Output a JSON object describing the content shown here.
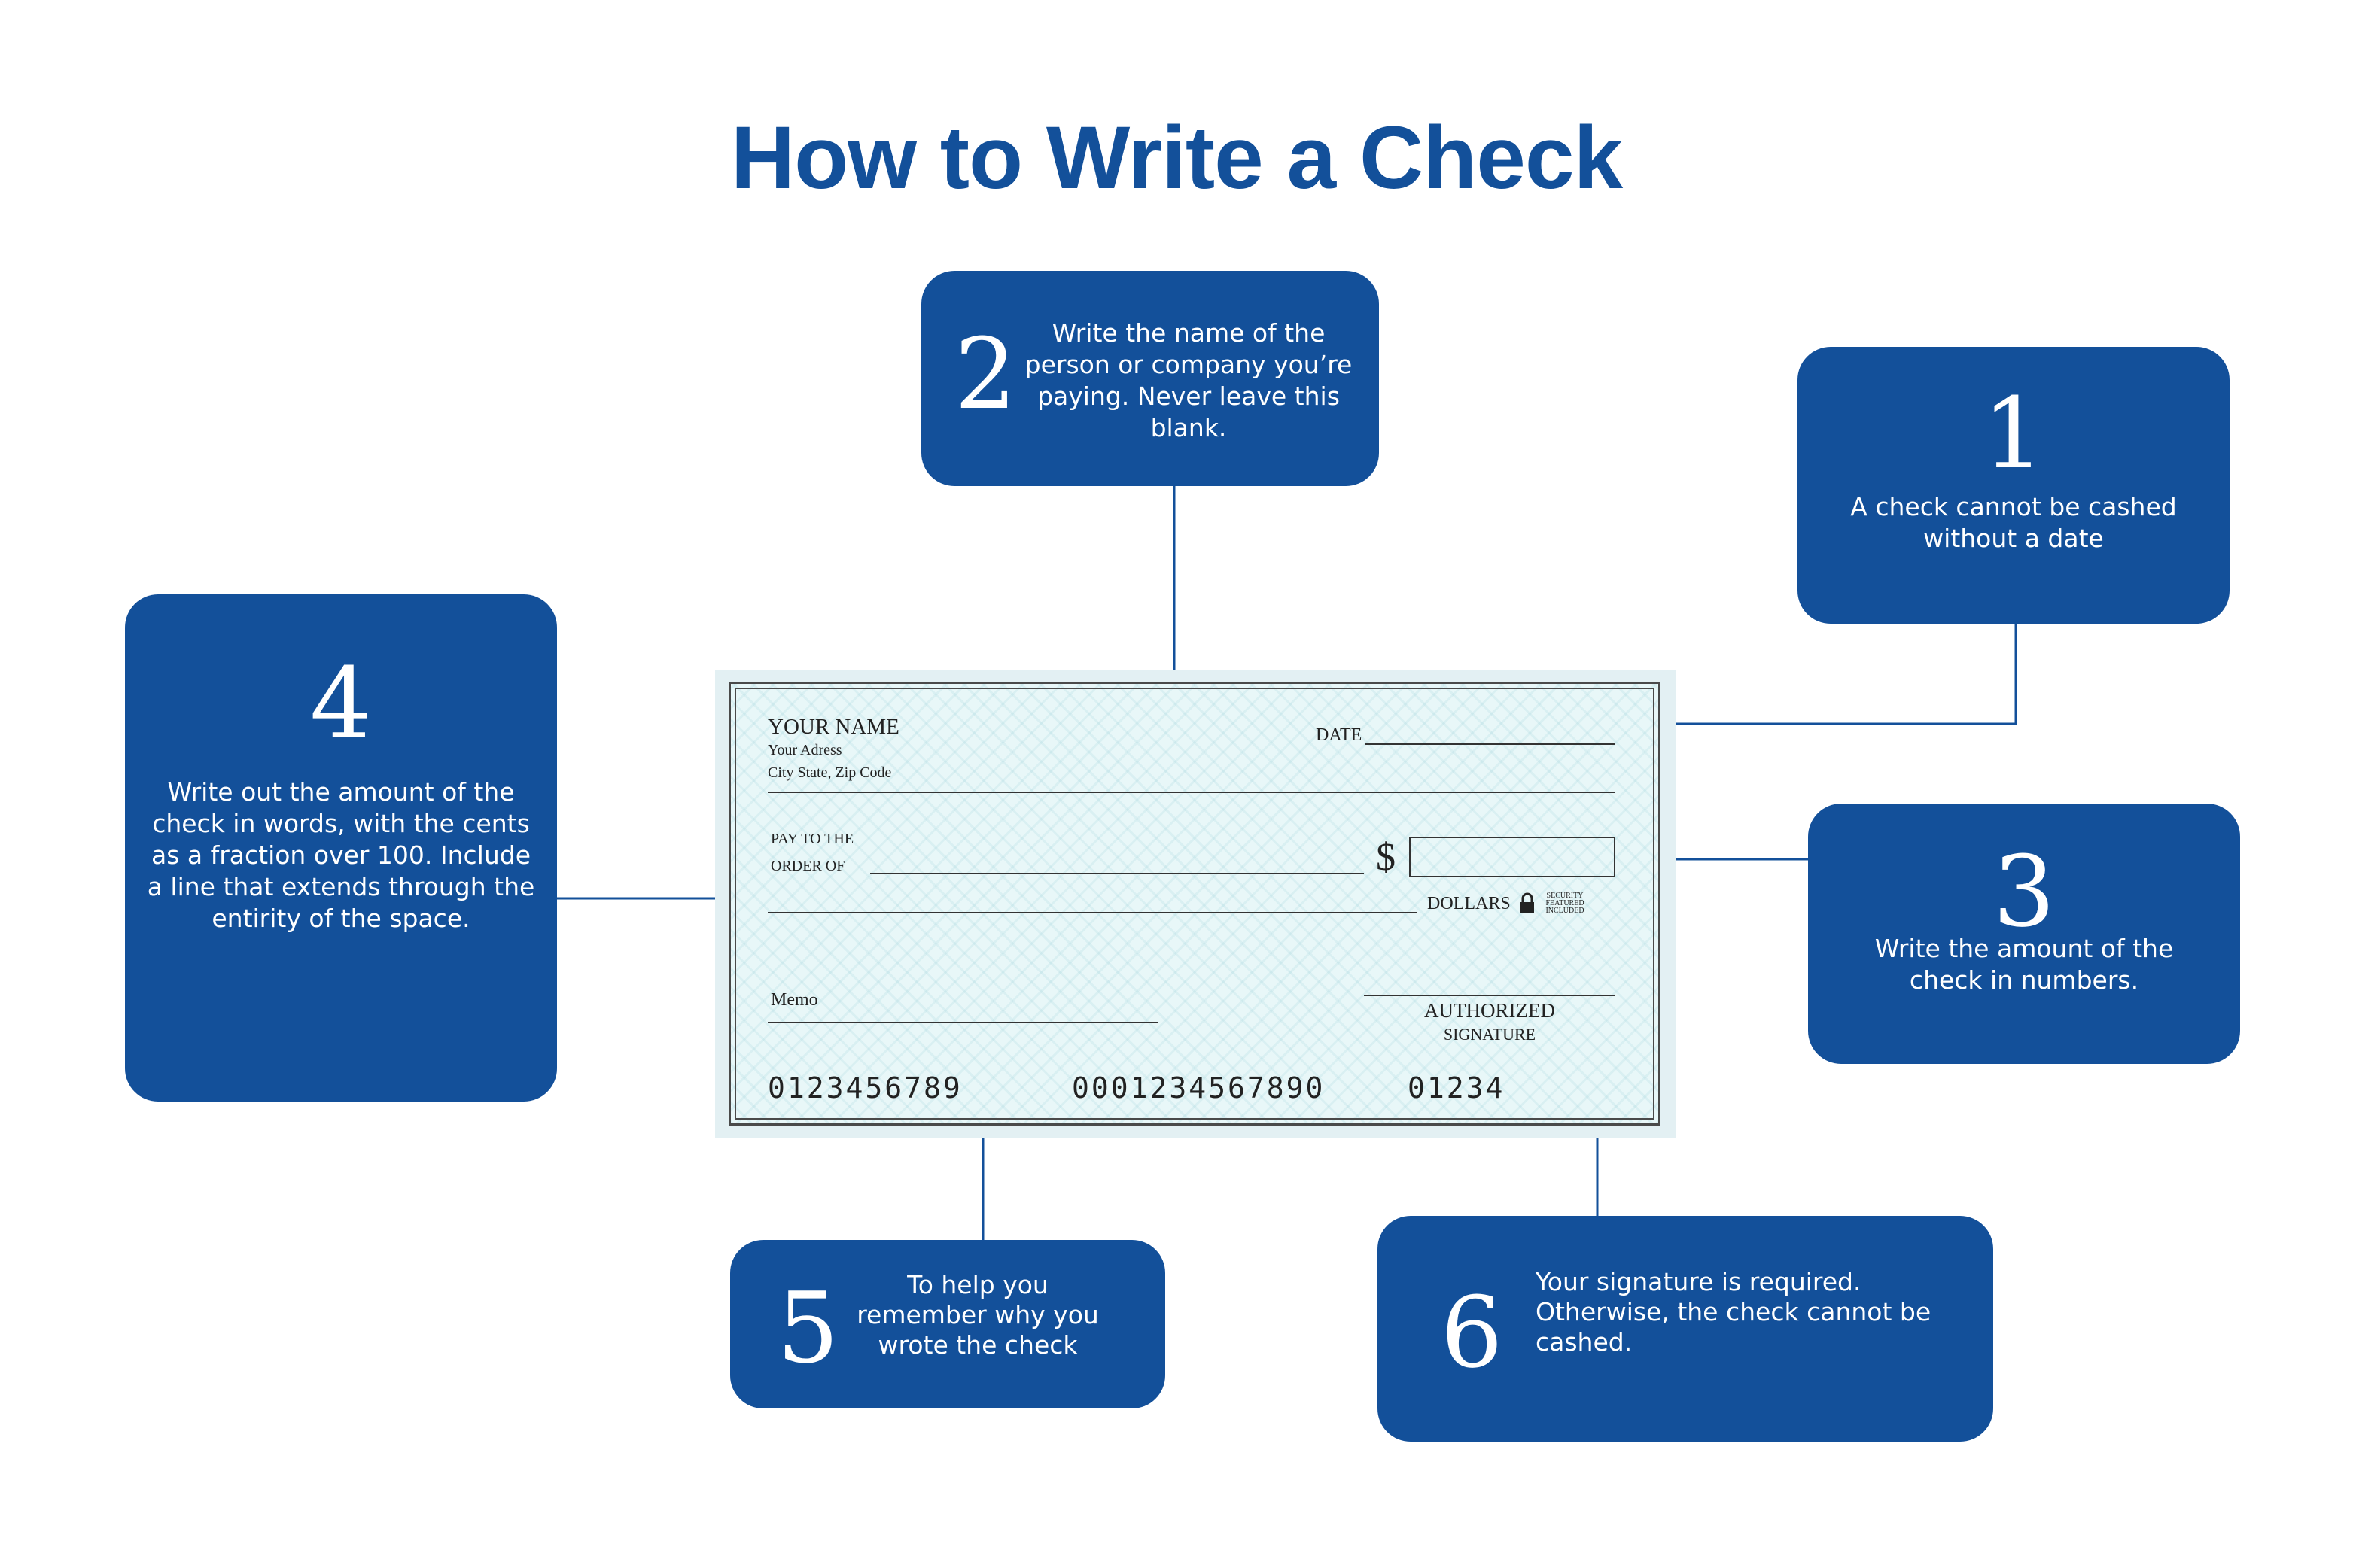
{
  "title": "How to Write a Check",
  "steps": [
    {
      "number": "1",
      "text": "A check cannot be cashed without a date"
    },
    {
      "number": "2",
      "text": "Write the name of the person or company you’re paying. Never leave this blank."
    },
    {
      "number": "3",
      "text": "Write the amount of the check in numbers."
    },
    {
      "number": "4",
      "text": "Write out the amount of the check in words, with the cents as a fraction over 100. Include a line that extends  through the entirity of the space."
    },
    {
      "number": "5",
      "text": "To help you remember why you wrote the check"
    },
    {
      "number": "6",
      "text": "Your signature is required. Otherwise, the check cannot be cashed."
    }
  ],
  "check": {
    "your_name": "YOUR NAME",
    "address": "Your Adress",
    "city_state_zip": "City State, Zip Code",
    "date_label": "DATE",
    "pay_to_line1": "PAY TO THE",
    "pay_to_line2": "ORDER OF",
    "dollar_sign": "$",
    "dollars_label": "DOLLARS",
    "security_text": "SECURITY FEATURED INCLUDED",
    "memo_label": "Memo",
    "authorized_line1": "AUTHORIZED",
    "authorized_line2": "SIGNATURE",
    "routing_number": "0123456789",
    "account_number": "0001234567890",
    "check_number": "01234"
  },
  "colors": {
    "primary": "#13509a",
    "check_background": "#e8f7f8",
    "check_border": "#4a4a4a"
  }
}
